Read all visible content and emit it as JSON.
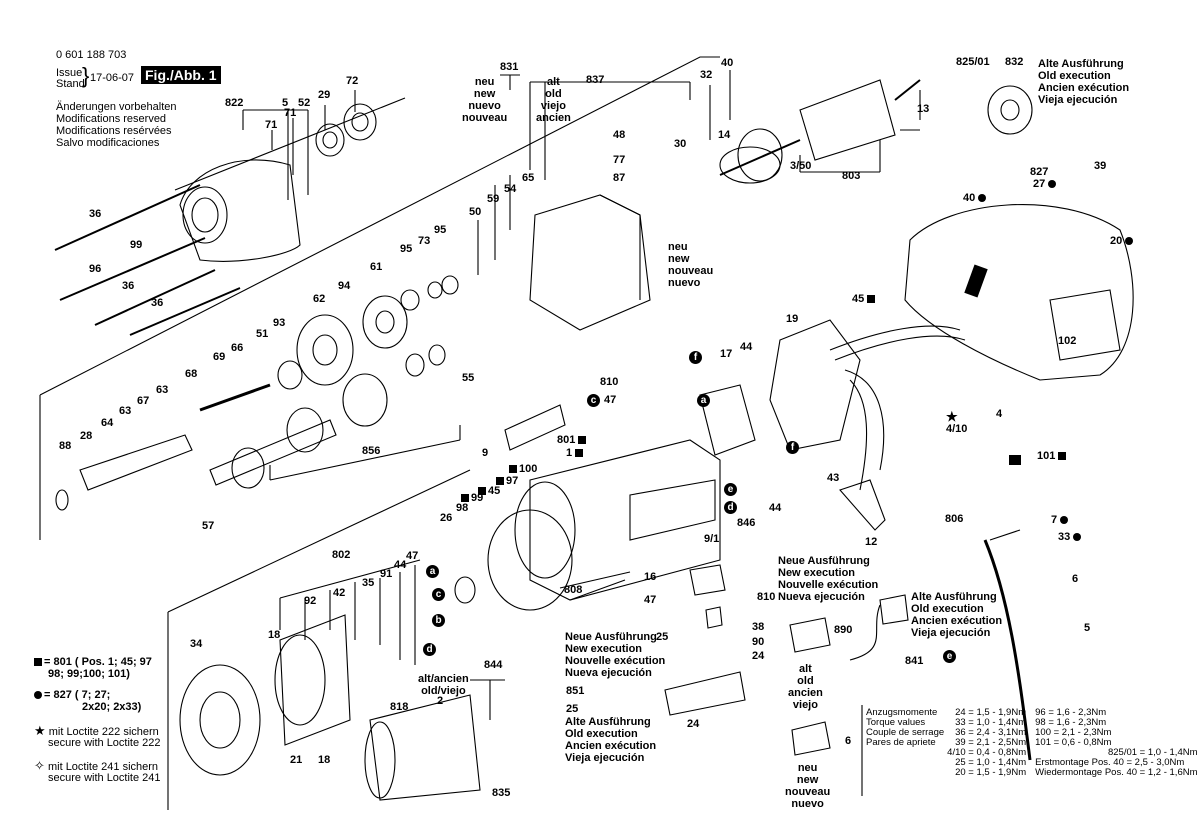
{
  "header": {
    "part_number": "0 601 188 703",
    "issue_label": "Issue",
    "stand_label": "Stand",
    "date": "17-06-07",
    "figure_tag": "Fig./Abb. 1",
    "notice": [
      "Änderungen vorbehalten",
      "Modifications reserved",
      "Modifications resérvées",
      "Salvo modificaciones"
    ]
  },
  "variants": {
    "neu_block": [
      "neu",
      "new",
      "nuevo",
      "nouveau"
    ],
    "alt_block": [
      "alt",
      "old",
      "viejo",
      "ancien"
    ],
    "neu_block_2": [
      "neu",
      "new",
      "nouveau",
      "nuevo"
    ],
    "alt_block_right": [
      "Alte Ausführung",
      "Old execution",
      "Ancien exécution",
      "Vieja ejecución"
    ],
    "neue_block_center": [
      "Neue Ausführung",
      "New execution",
      "Nouvelle exécution",
      "Nueva ejecución"
    ],
    "neue_block_lower": [
      "Neue Ausführung",
      "New execution",
      "Nouvelle exécution",
      "Nueva ejecución"
    ],
    "alte_block_lower": [
      "Alte Ausführung",
      "Old execution",
      "Ancien exécution",
      "Vieja ejecución"
    ],
    "alte_block_right2": [
      "Alte Ausführung",
      "Old execution",
      "Ancien exécution",
      "Vieja ejecución"
    ],
    "alt_block_bottom": [
      "alt",
      "old",
      "ancien",
      "viejo"
    ],
    "neu_block_bottom": [
      "neu",
      "new",
      "nouveau",
      "nuevo"
    ],
    "alt_neu_stator": [
      "alt/ancien",
      "old/viejo"
    ]
  },
  "legend": {
    "square_line1": "= 801 ( Pos. 1; 45; 97",
    "square_line2": "98; 99;100; 101)",
    "dot_line1": "= 827 ( 7; 27;",
    "dot_line2": "2x20; 2x33)",
    "star_line1": "mit Loctite 222 sichern",
    "star_line2": "secure with Loctite 222",
    "open_star_line1": "mit Loctite 241 sichern",
    "open_star_line2": "secure with Loctite 241"
  },
  "torque": {
    "labels": [
      "Anzugsmomente",
      "Torque values",
      "Couple de serrage",
      "Pares de apriete"
    ],
    "col1": [
      "24 = 1,5 - 1,9Nm",
      "33 = 1,0 - 1,4Nm",
      "36 = 2,4 - 3,1Nm",
      "39 = 2,1 - 2,5Nm",
      "4/10 = 0,4 - 0,8Nm",
      "25 = 1,0 - 1,4Nm",
      "20 = 1,5 - 1,9Nm"
    ],
    "col2": [
      "96 = 1,6 - 2,3Nm",
      "98 = 1,6 - 2,3Nm",
      "100 = 2,1 - 2,3Nm",
      "101 = 0,6 - 0,8Nm",
      "825/01 = 1,0 - 1,4Nm",
      "Pos. 40 = 2,5 - 3,0Nm",
      "Pos. 40 = 1,2 - 1,6Nm"
    ],
    "erst": "Erstmontage",
    "wieder": "Wiedermontage"
  },
  "callouts": {
    "c822": "822",
    "c5": "5",
    "c52": "52",
    "c71a": "71",
    "c71b": "71",
    "c29": "29",
    "c72": "72",
    "c831": "831",
    "c837": "837",
    "c32": "32",
    "c40": "40",
    "c825": "825/01",
    "c832": "832",
    "c13": "13",
    "c14": "14",
    "c30": "30",
    "c350": "3/50",
    "c803": "803",
    "c48": "48",
    "c77": "77",
    "c87": "87",
    "c65": "65",
    "c54": "54",
    "c59": "59",
    "c50": "50",
    "c36a": "36",
    "c99a": "99",
    "c96": "96",
    "c36b": "36",
    "c36c": "36",
    "c61": "61",
    "c95a": "95",
    "c73": "73",
    "c95b": "95",
    "c94": "94",
    "c62": "62",
    "c93": "93",
    "c51": "51",
    "c69": "69",
    "c66": "66",
    "c68": "68",
    "c67": "67",
    "c63a": "63",
    "c63b": "63",
    "c64": "64",
    "c55": "55",
    "c88": "88",
    "c28": "28",
    "c856": "856",
    "c57": "57",
    "c827": "827",
    "c27": "27",
    "c39": "39",
    "c40r": "40",
    "c20": "20",
    "c45": "45",
    "c102": "102",
    "c19": "19",
    "c17": "17",
    "c44a": "44",
    "c810a": "810",
    "c47a": "47",
    "c9": "9",
    "c801": "801",
    "c1": "1",
    "c100": "100",
    "c97": "97",
    "c45b": "45",
    "c99b": "99",
    "c98": "98",
    "c26": "26",
    "c4": "4",
    "c410": "4/10",
    "c101": "101",
    "c43": "43",
    "c846": "846",
    "c44b": "44",
    "c91": "9/1",
    "c806": "806",
    "c7": "7",
    "c33": "33",
    "c12": "12",
    "c6a": "6",
    "c5b": "5",
    "c802": "802",
    "c92": "92",
    "c42": "42",
    "c35": "35",
    "c91b": "91",
    "c44c": "44",
    "c47b": "47",
    "c34": "34",
    "c18a": "18",
    "c18b": "18",
    "c21": "21",
    "c818": "818",
    "c2": "2",
    "c844": "844",
    "c835": "835",
    "c808": "808",
    "c16": "16",
    "c47c": "47",
    "c810b": "810",
    "c25": "25",
    "c38": "38",
    "c90": "90",
    "c24a": "24",
    "c851": "851",
    "c25b": "25",
    "c24b": "24",
    "c890": "890",
    "c841": "841",
    "c6b": "6"
  },
  "circle_letters": {
    "a": "a",
    "b": "b",
    "c": "c",
    "d": "d",
    "e": "e",
    "f": "f"
  }
}
